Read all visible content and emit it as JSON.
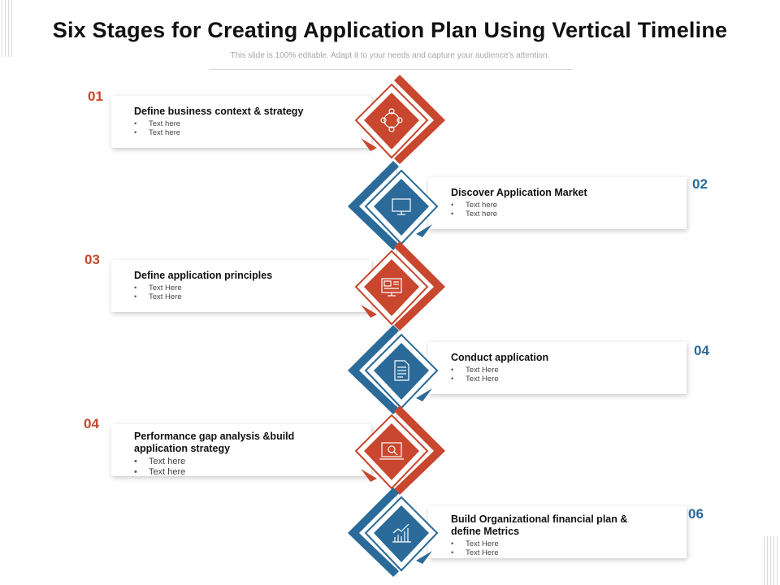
{
  "title": "Six Stages for Creating Application Plan Using Vertical Timeline",
  "subtitle": "This slide is 100% editable. Adapt it to your needs and capture your audience's attention.",
  "colors": {
    "red": "#c8472e",
    "blue": "#2b6a99",
    "number_red": "#c8472e",
    "number_blue": "#2b6a99"
  },
  "stages": [
    {
      "number": "01",
      "title": "Define business context & strategy",
      "bullets": [
        "Text here",
        "Text here"
      ],
      "icon": "people-network-icon",
      "color": "red"
    },
    {
      "number": "02",
      "title": "Discover Application Market",
      "bullets": [
        "Text here",
        "Text here"
      ],
      "icon": "monitor-icon",
      "color": "blue"
    },
    {
      "number": "03",
      "title": "Define application principles",
      "bullets": [
        "Text Here",
        "Text Here"
      ],
      "icon": "dashboard-screen-icon",
      "color": "red"
    },
    {
      "number": "04",
      "title": "Conduct application",
      "bullets": [
        "Text Here",
        "Text Here"
      ],
      "icon": "document-icon",
      "color": "blue"
    },
    {
      "number": "04",
      "title": "Performance gap analysis &build application strategy",
      "bullets": [
        "Text here",
        "Text here"
      ],
      "icon": "analysis-screen-icon",
      "color": "red"
    },
    {
      "number": "06",
      "title": "Build Organizational financial plan & define Metrics",
      "bullets": [
        "Text Here",
        "Text Here"
      ],
      "icon": "growth-chart-icon",
      "color": "blue"
    }
  ]
}
